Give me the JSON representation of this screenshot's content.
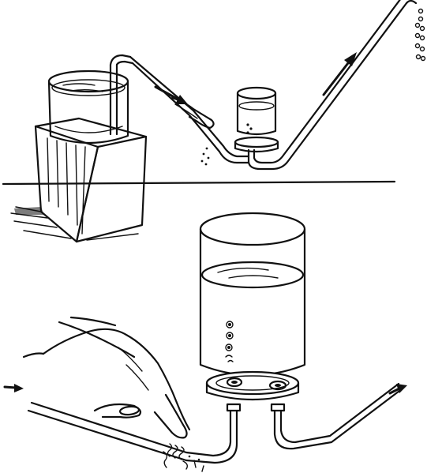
{
  "figure": {
    "description_visible_text": "",
    "colors": {
      "ink": "#111111",
      "paper": "#ffffff"
    },
    "flow_arrows": [
      {
        "name": "flow-arrow-down-siphon"
      },
      {
        "name": "flow-arrow-up-outlet"
      },
      {
        "name": "flow-arrow-lower-inlet"
      },
      {
        "name": "flow-arrow-lower-outlet"
      }
    ]
  }
}
